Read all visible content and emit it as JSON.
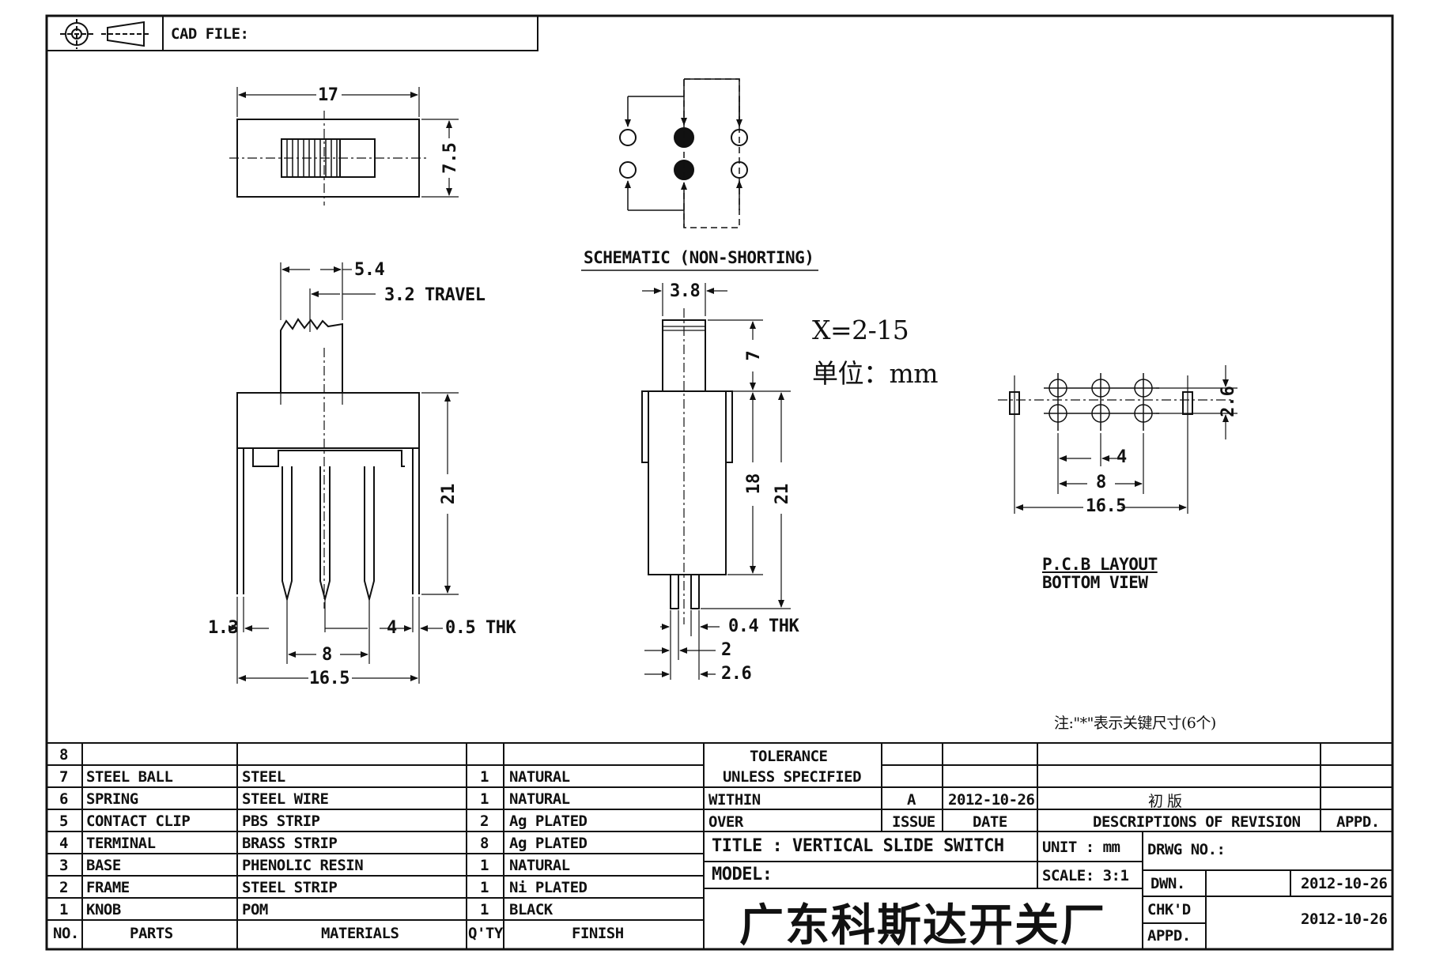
{
  "header": {
    "cad_file_label": "CAD FILE:"
  },
  "top_view": {
    "width": "17",
    "height": "7.5"
  },
  "schematic": {
    "label": "SCHEMATIC (NON-SHORTING)"
  },
  "front_view": {
    "knob_width": "5.4",
    "travel": "3.2 TRAVEL",
    "height": "21",
    "left_offset": "1.3",
    "pitch": "4",
    "thickness": "0.5 THK",
    "span": "8",
    "overall": "16.5"
  },
  "side_view": {
    "knob_width": "3.8",
    "knob_height": "7",
    "body_height": "18",
    "overall_height": "21",
    "thickness": "0.4 THK",
    "pin_a": "2",
    "pin_b": "2.6"
  },
  "spec": {
    "x_range": "X=2-15",
    "unit": "单位：mm"
  },
  "pcb": {
    "row_pitch": "2.6",
    "pitch": "4",
    "span": "8",
    "overall": "16.5",
    "label1": "P.C.B LAYOUT",
    "label2": "BOTTOM VIEW"
  },
  "note": "注:\"*\"表示关键尺寸(6个)",
  "bom": {
    "rows": [
      {
        "no": "8",
        "part": "",
        "material": "",
        "qty": "",
        "finish": ""
      },
      {
        "no": "7",
        "part": "STEEL BALL",
        "material": "STEEL",
        "qty": "1",
        "finish": "NATURAL"
      },
      {
        "no": "6",
        "part": "SPRING",
        "material": "STEEL WIRE",
        "qty": "1",
        "finish": "NATURAL"
      },
      {
        "no": "5",
        "part": "CONTACT CLIP",
        "material": "PBS STRIP",
        "qty": "2",
        "finish": "Ag PLATED"
      },
      {
        "no": "4",
        "part": "TERMINAL",
        "material": "BRASS STRIP",
        "qty": "8",
        "finish": "Ag PLATED"
      },
      {
        "no": "3",
        "part": "BASE",
        "material": "PHENOLIC RESIN",
        "qty": "1",
        "finish": "NATURAL"
      },
      {
        "no": "2",
        "part": "FRAME",
        "material": "STEEL STRIP",
        "qty": "1",
        "finish": "Ni PLATED"
      },
      {
        "no": "1",
        "part": "KNOB",
        "material": "POM",
        "qty": "1",
        "finish": "BLACK"
      }
    ],
    "header": {
      "no": "NO.",
      "part": "PARTS",
      "material": "MATERIALS",
      "qty": "Q'TY",
      "finish": "FINISH"
    }
  },
  "tolerance": {
    "line1": "TOLERANCE",
    "line2": "UNLESS  SPECIFIED",
    "within": "WITHIN",
    "over": "OVER"
  },
  "revision": {
    "issue_value": "A",
    "date_value": "2012-10-26",
    "desc_value": "初  版",
    "issue_label": "ISSUE",
    "date_label": "DATE",
    "desc_label": "DESCRIPTIONS OF REVISION",
    "appd_label": "APPD."
  },
  "title_block": {
    "title": "TITLE :  VERTICAL SLIDE SWITCH",
    "model": "MODEL:",
    "unit": "UNIT :  mm",
    "scale": "SCALE:  3:1",
    "drwg_no": "DRWG NO.:",
    "company": "广东科斯达开关厂",
    "dwn_label": "DWN.",
    "dwn_date": "2012-10-26",
    "chkd_label": "CHK'D",
    "chkd_date": "2012-10-26",
    "appd_label": "APPD."
  }
}
